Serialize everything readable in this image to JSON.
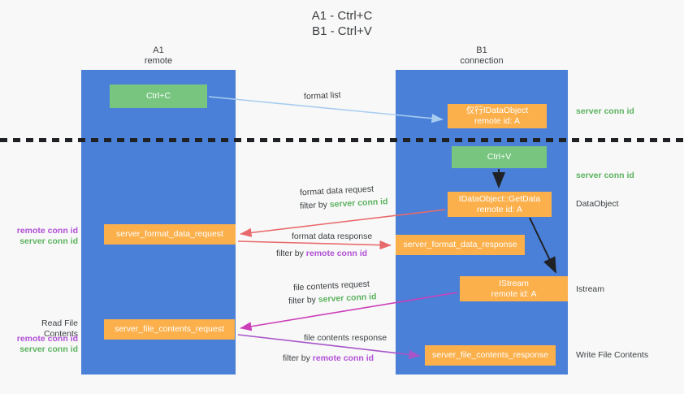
{
  "title": "A1 - Ctrl+C\nB1 - Ctrl+V",
  "columns": {
    "left": {
      "name": "A1",
      "subtitle": "remote",
      "header": "A1\nremote"
    },
    "right": {
      "name": "B1",
      "subtitle": "connection",
      "header": "B1\nconnection"
    }
  },
  "boxes": {
    "ctrl_c": "Ctrl+C",
    "ctrl_v": "Ctrl+V",
    "idataobject": "仅行IDataObject\nremote id: A",
    "getdata": "IDataObject::GetData\nremote id: A",
    "istream": "IStream\nremote id: A",
    "server_format_data_request": "server_format_data_request",
    "server_format_data_response": "server_format_data_response",
    "server_file_contents_request": "server_file_contents_request",
    "server_file_contents_response": "server_file_contents_response"
  },
  "annotations": {
    "server_conn_id": "server conn id",
    "remote_conn_id": "remote conn id",
    "dataobject": "DataObject",
    "istream": "Istream",
    "write_file_contents": "Write File Contents",
    "read_file_contents": "Read File Contents"
  },
  "flows": {
    "format_list": "format list",
    "format_data_request": "format data request",
    "filter_by": "filter by",
    "format_data_response": "format data response",
    "file_contents_request": "file contents request",
    "file_contents_response": "file contents response"
  },
  "colors": {
    "lane_blue": "#4a80d8",
    "box_green": "#77c57f",
    "box_orange": "#fbb04c",
    "arrow_lightblue": "#a8cdf0",
    "arrow_red": "#e8696b",
    "arrow_magenta": "#cc3fb8",
    "arrow_purple": "#a855c8",
    "arrow_black": "#202124",
    "text_green": "#5cb35f",
    "text_purple": "#b150d6",
    "background": "#f8f8f8"
  }
}
